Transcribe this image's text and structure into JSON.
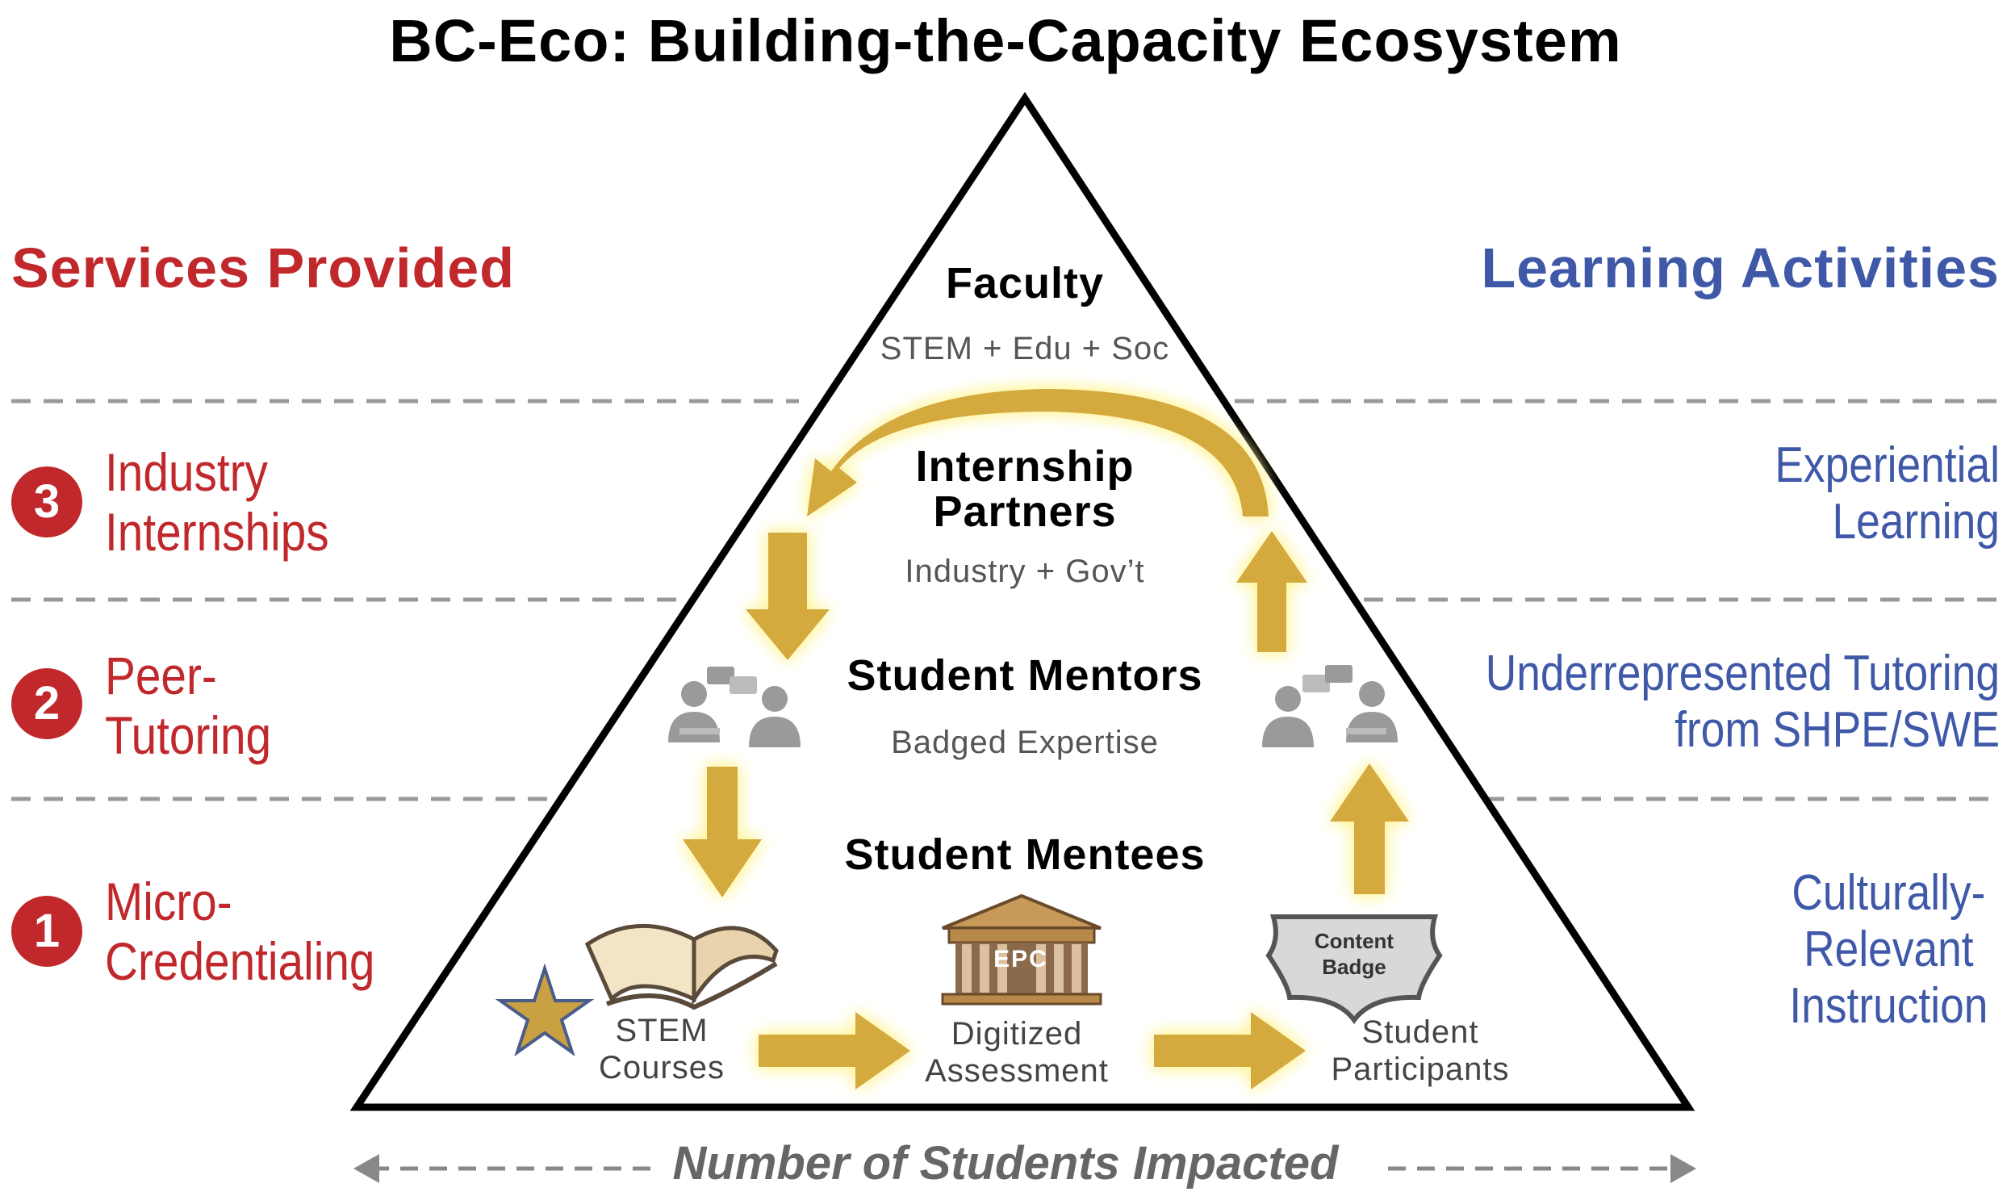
{
  "title": "BC-Eco:  Building-the-Capacity Ecosystem",
  "services_header": "Services Provided",
  "activities_header": "Learning Activities",
  "services": [
    {
      "num": "3",
      "line1": "Industry",
      "line2": "Internships"
    },
    {
      "num": "2",
      "line1": "Peer-",
      "line2": "Tutoring"
    },
    {
      "num": "1",
      "line1": "Micro-",
      "line2": "Credentialing"
    }
  ],
  "activities": [
    {
      "lines": [
        "Experiential",
        "Learning"
      ]
    },
    {
      "lines": [
        "Underrepresented Tutoring",
        "from SHPE/SWE"
      ]
    },
    {
      "lines": [
        "Culturally-",
        "Relevant",
        "Instruction"
      ]
    }
  ],
  "levels": {
    "faculty": {
      "title": "Faculty",
      "sub": "STEM + Edu + Soc"
    },
    "internship": {
      "title_line1": "Internship",
      "title_line2": "Partners",
      "sub": "Industry  +  Gov’t"
    },
    "mentors": {
      "title": "Student Mentors",
      "sub": "Badged Expertise"
    },
    "mentees": {
      "title": "Student Mentees"
    }
  },
  "nodes": {
    "courses": {
      "line1": "STEM",
      "line2": "Courses"
    },
    "assessment": {
      "line1": "Digitized",
      "line2": "Assessment",
      "icon_text": "EPC"
    },
    "participants": {
      "line1": "Student",
      "line2": "Participants"
    },
    "badge": {
      "line1": "Content",
      "line2": "Badge"
    }
  },
  "axis_label": "Number of Students Impacted",
  "colors": {
    "red": "#c0282c",
    "blue": "#3f59a8",
    "arrow": "#d4a93c",
    "glow": "#fff6b0",
    "gray": "#999999"
  }
}
